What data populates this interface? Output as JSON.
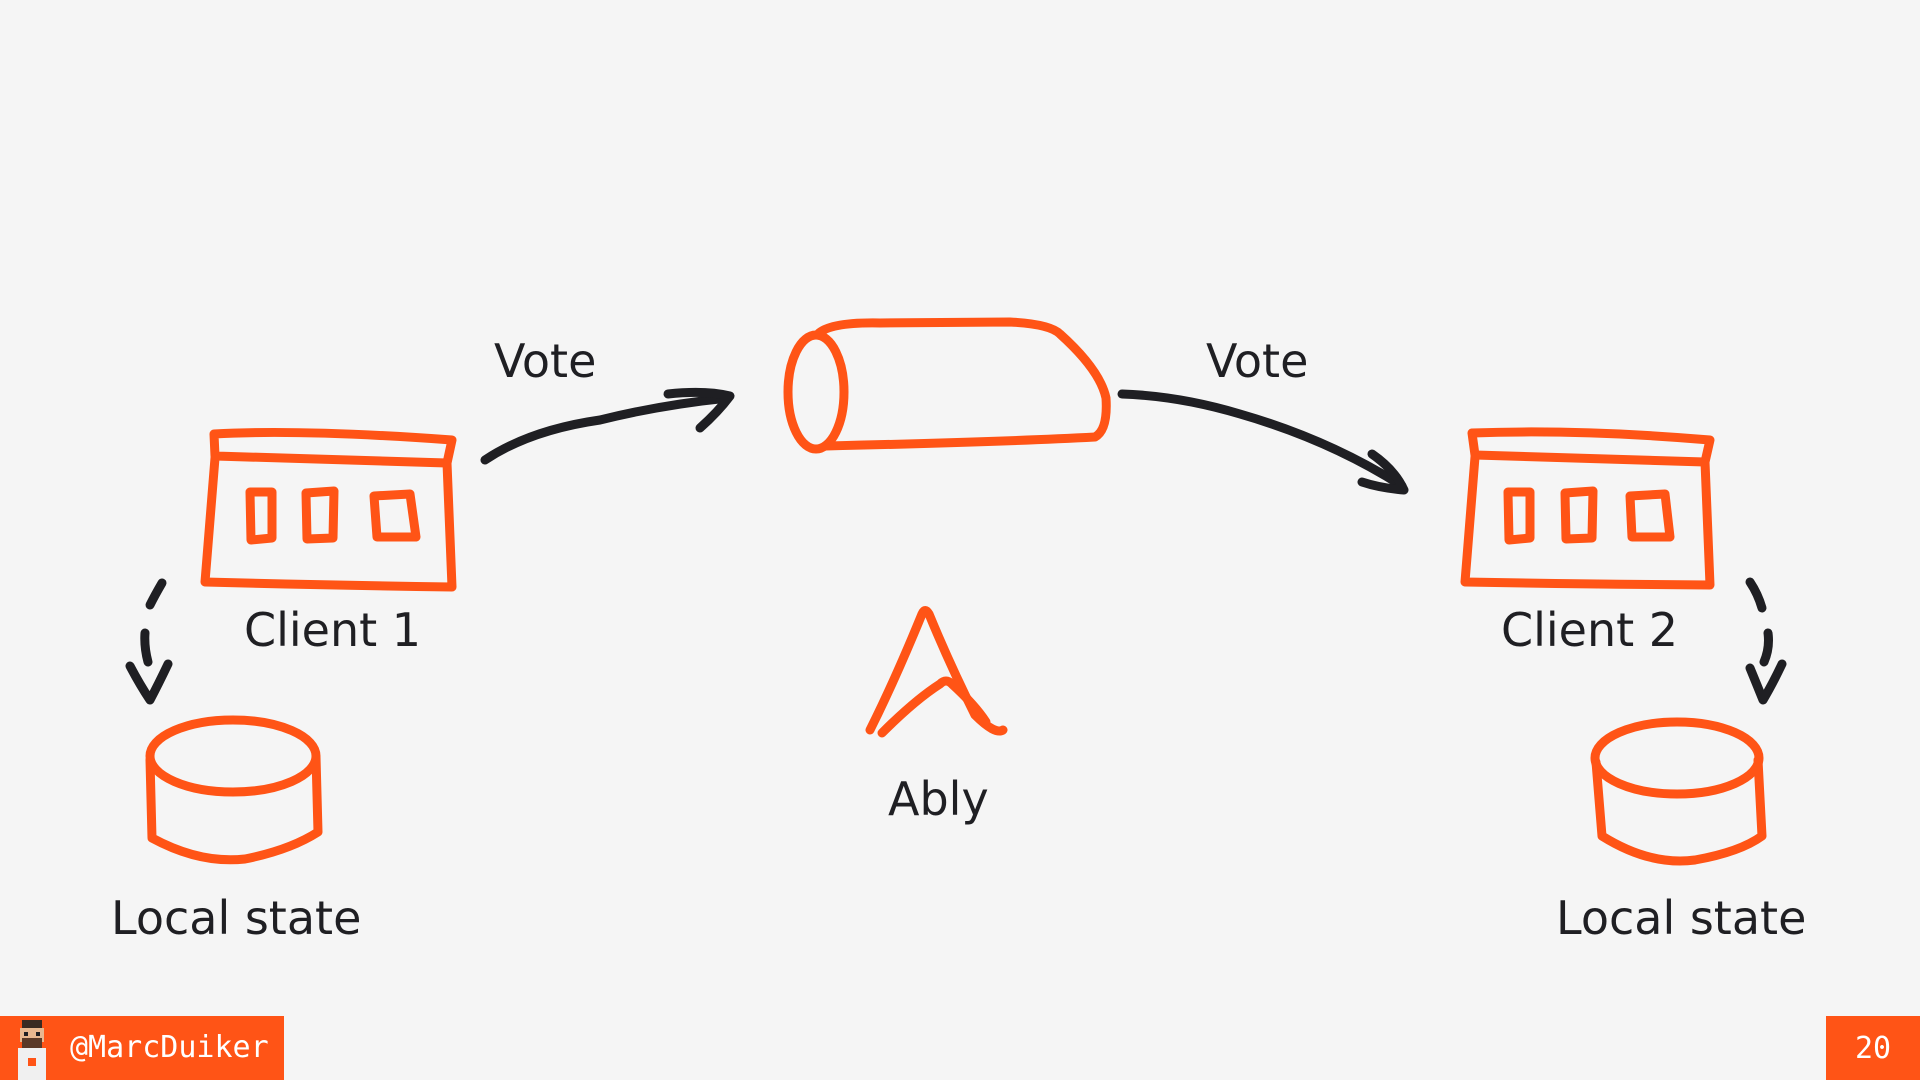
{
  "colors": {
    "accent": "#ff5416",
    "ink": "#1f1f23",
    "background": "#f5f5f5"
  },
  "diagram": {
    "arrow_left_label": "Vote",
    "arrow_right_label": "Vote",
    "client_left_label": "Client 1",
    "client_right_label": "Client 2",
    "hub_label": "Ably",
    "store_left_label": "Local state",
    "store_right_label": "Local state"
  },
  "footer": {
    "author": "@MarcDuiker",
    "page_number": "20"
  },
  "icons": {
    "channel": "pipe-icon",
    "client": "browser-window-icon",
    "store": "database-icon",
    "hub_logo": "ably-logo-icon",
    "avatar": "pixel-avatar-icon"
  }
}
